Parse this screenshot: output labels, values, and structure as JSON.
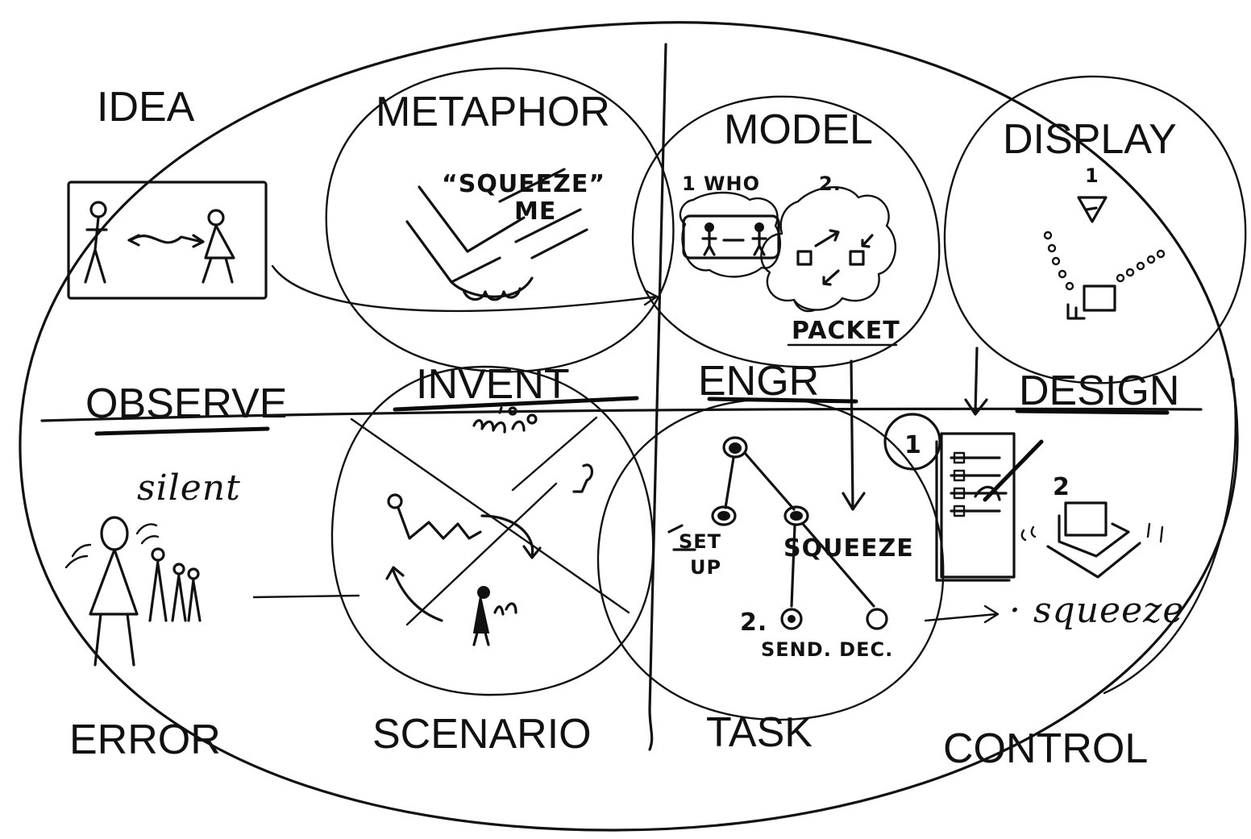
{
  "labels": {
    "idea": "IDEA",
    "metaphor": "METAPHOR",
    "model": "MODEL",
    "display": "DISPLAY",
    "observe": "OBSERVE",
    "invent": "INVENT",
    "engr": "ENGR",
    "design": "DESIGN",
    "silent": "silent",
    "error": "ERROR",
    "scenario": "SCENARIO",
    "task": "TASK",
    "control": "CONTROL"
  },
  "metaphor_sketch": {
    "squeeze_me_line1": "“SQUEEZE”",
    "squeeze_me_line2": "ME"
  },
  "model_sketch": {
    "step1": "1 WHO",
    "step2": "2.",
    "packet": "PACKET"
  },
  "display_sketch": {
    "step1": "1"
  },
  "task_sketch": {
    "setup_line1": "SET",
    "setup_line2": "UP",
    "squeeze": "SQUEEZE",
    "send_step": "2.",
    "send_dec": "SEND. DEC."
  },
  "control_sketch": {
    "step1": "1",
    "step2": "2",
    "squeeze": "· squeeze"
  },
  "ink_color": "#111111"
}
